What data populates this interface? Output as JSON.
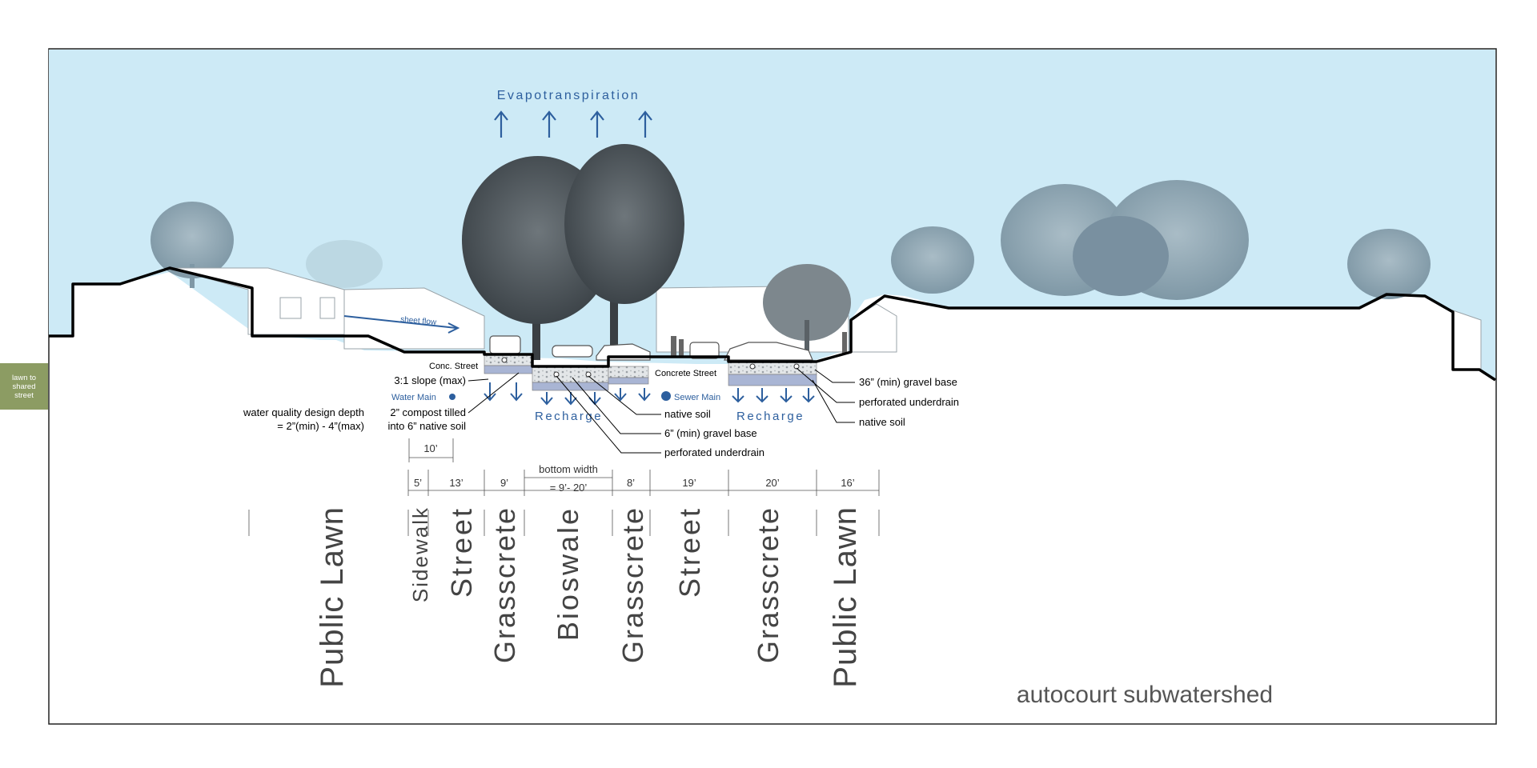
{
  "side_tab": "lawn to\nshared\nstreet",
  "colors": {
    "sky": "#cdeaf6",
    "accent_blue": "#2d5f9e",
    "ground_line": "#000000",
    "tab_green": "#8c9c63",
    "tree_dark": "#4a5156",
    "tree_light": "#8fa6b2"
  },
  "labels": {
    "evapotranspiration": "Evapotranspiration",
    "sheet_flow": "sheet flow",
    "conc_street": "Conc. Street",
    "concrete_street": "Concrete Street",
    "slope": "3:1 slope (max)",
    "water_main": "Water Main",
    "sewer_main": "Sewer Main",
    "wq_depth_1": "water quality design depth",
    "wq_depth_2": "= 2”(min) - 4”(max)",
    "compost_1": "2” compost tilled",
    "compost_2": "into 6” native soil",
    "recharge_left": "Recharge",
    "recharge_right": "Recharge",
    "native_soil_center": "native soil",
    "gravel_center": "6” (min) gravel base",
    "underdrain_center": "perforated underdrain",
    "gravel_right": "36” (min) gravel base",
    "underdrain_right": "perforated underdrain",
    "native_soil_right": "native soil",
    "ten_ft": "10’",
    "bottom_width_1": "bottom width",
    "bottom_width_2": "= 9’- 20’",
    "footer_title": "autocourt subwatershed"
  },
  "widths": [
    "5’",
    "13’",
    "9’",
    "8’",
    "19’",
    "20’",
    "16’"
  ],
  "zones": [
    "Public Lawn",
    "Sidewalk",
    "Street",
    "Grasscrete",
    "Bioswale",
    "Grasscrete",
    "Street",
    "Grasscrete",
    "Public Lawn"
  ]
}
